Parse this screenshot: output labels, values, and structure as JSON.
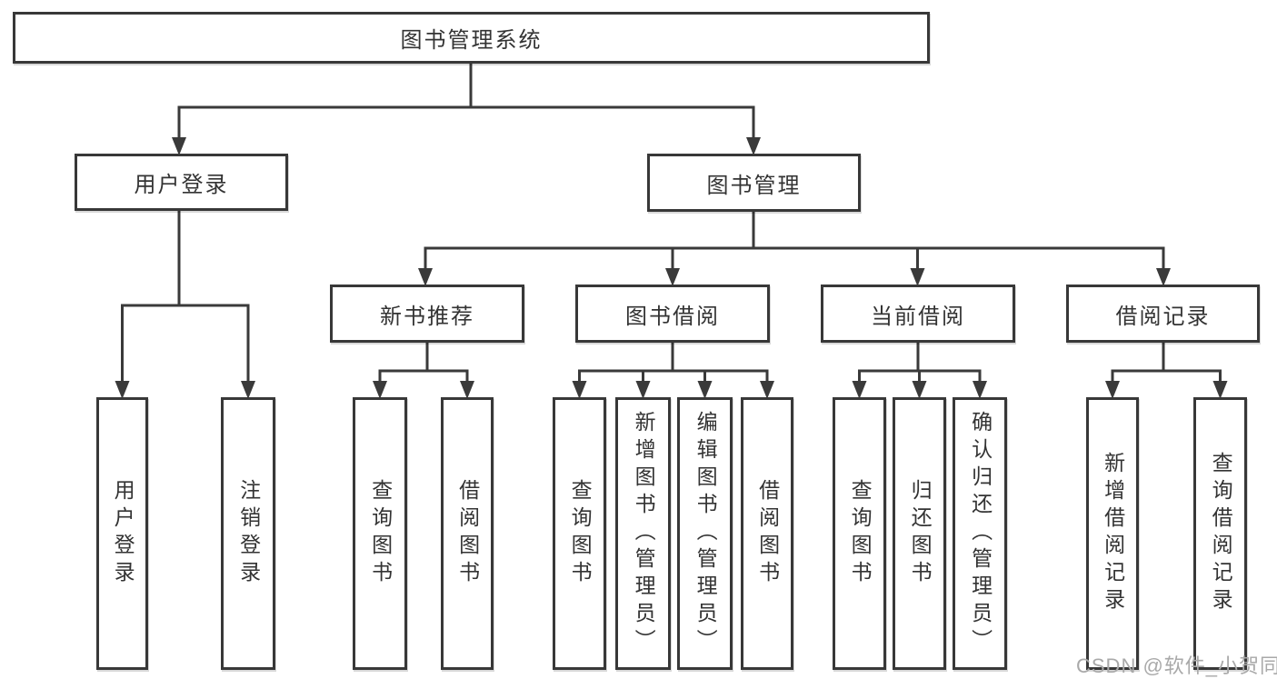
{
  "colors": {
    "line": "#3a3a3a",
    "box_border": "#383838",
    "text": "#333333",
    "background": "#ffffff",
    "watermark": "#a9a9a9"
  },
  "watermark": "CSDN @软件_小贺同学",
  "tree": {
    "root": {
      "label": "图书管理系统"
    },
    "branches": [
      {
        "label": "用户登录",
        "children": [
          {
            "label": "用户登录"
          },
          {
            "label": "注销登录"
          }
        ]
      },
      {
        "label": "图书管理",
        "children": [
          {
            "label": "新书推荐",
            "children": [
              {
                "label": "查询图书"
              },
              {
                "label": "借阅图书"
              }
            ]
          },
          {
            "label": "图书借阅",
            "children": [
              {
                "label": "查询图书"
              },
              {
                "label": "新增图书（管理员）"
              },
              {
                "label": "编辑图书（管理员）"
              },
              {
                "label": "借阅图书"
              }
            ]
          },
          {
            "label": "当前借阅",
            "children": [
              {
                "label": "查询图书"
              },
              {
                "label": "归还图书"
              },
              {
                "label": "确认归还（管理员）"
              }
            ]
          },
          {
            "label": "借阅记录",
            "children": [
              {
                "label": "新增借阅记录"
              },
              {
                "label": "查询借阅记录"
              }
            ]
          }
        ]
      }
    ]
  }
}
